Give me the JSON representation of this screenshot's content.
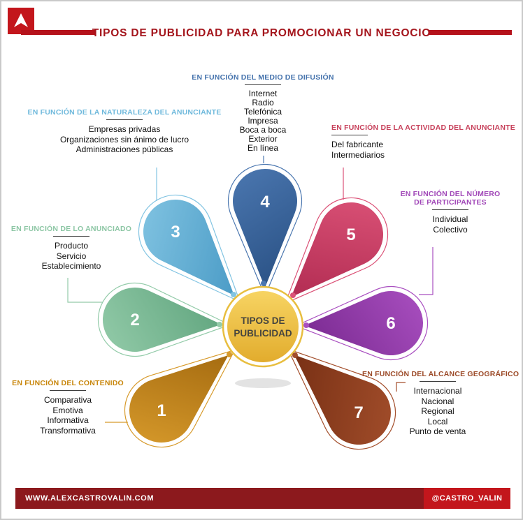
{
  "brand": {
    "logo_bg": "#C3161C"
  },
  "header": {
    "title": "TIPOS DE PUBLICIDAD PARA PROMOCIONAR UN NEGOCIO",
    "bar_color": "#B5121B",
    "title_color": "#A4151C"
  },
  "center": {
    "line1": "TIPOS DE",
    "line2": "PUBLICIDAD",
    "fill_light": "#F7D463",
    "fill_dark": "#E2AC2D",
    "ring": "#E8BE3F",
    "text_color": "#45443E"
  },
  "petals": [
    {
      "number": "1",
      "heading": "EN FUNCIÓN DEL CONTENIDO",
      "heading_color": "#C8860B",
      "color": "#D79A2B",
      "color_dark": "#A86E12",
      "items": [
        "Comparativa",
        "Emotiva",
        "Informativa",
        "Transformativa"
      ]
    },
    {
      "number": "2",
      "heading": "EN FUNCIÓN DE LO ANUNCIADO",
      "heading_color": "#8CC6A4",
      "color": "#93CBA9",
      "color_dark": "#66A983",
      "items": [
        "Producto",
        "Servicio",
        "Establecimiento"
      ]
    },
    {
      "number": "3",
      "heading": "EN FUNCIÓN DE LA NATURALEZA DEL ANUNCIANTE",
      "heading_color": "#6FB9DC",
      "color": "#82C4E2",
      "color_dark": "#4E9EC8",
      "items": [
        "Empresas privadas",
        "Organizaciones sin ánimo de lucro",
        "Administraciones públicas"
      ]
    },
    {
      "number": "4",
      "heading": "EN FUNCIÓN DEL MEDIO DE DIFUSIÓN",
      "heading_color": "#4472AC",
      "color": "#4B77B0",
      "color_dark": "#2D5589",
      "items": [
        "Internet",
        "Radio",
        "Telefónica",
        "Impresa",
        "Boca a boca",
        "Exterior",
        "En línea"
      ]
    },
    {
      "number": "5",
      "heading": "EN FUNCIÓN DE LA ACTIVIDAD DEL ANUNCIANTE",
      "heading_color": "#C7415B",
      "color": "#DB5277",
      "color_dark": "#B42E54",
      "items": [
        "Del fabricante",
        "Intermediarios"
      ]
    },
    {
      "number": "6",
      "heading": "EN FUNCIÓN DEL NÚMERO DE PARTICIPANTES",
      "heading_color": "#A148B8",
      "color": "#A94FC0",
      "color_dark": "#7F2E96",
      "items": [
        "Individual",
        "Colectivo"
      ]
    },
    {
      "number": "7",
      "heading": "EN FUNCIÓN DEL ALCANCE GEOGRÁFICO",
      "heading_color": "#9C4A28",
      "color": "#A34E2B",
      "color_dark": "#7B3216",
      "items": [
        "Internacional",
        "Nacional",
        "Regional",
        "Local",
        "Punto de venta"
      ]
    }
  ],
  "footer": {
    "left": "WWW.ALEXCASTROVALIN.COM",
    "right": "@CASTRO_VALIN",
    "bg_left": "#8C191D",
    "bg_right": "#C3161C"
  }
}
